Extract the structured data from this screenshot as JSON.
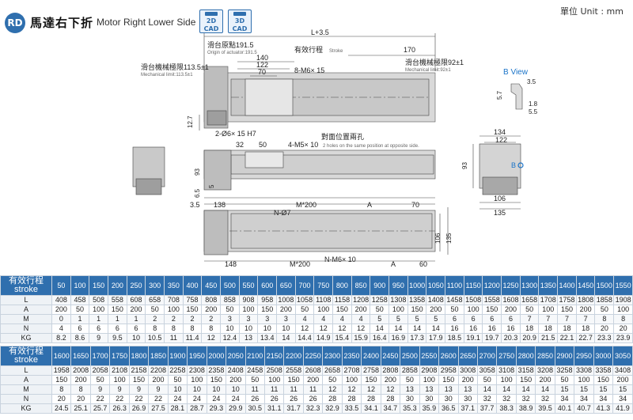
{
  "header": {
    "badge": "RD",
    "title": "馬達右下折",
    "subtitle": "Motor Right Lower Side",
    "cad2d": [
      "2D",
      "CAD"
    ],
    "cad3d": [
      "3D",
      "CAD"
    ],
    "unit": "單位 Unit : mm"
  },
  "drawing": {
    "labels": {
      "l_plus": "L+3.5",
      "origin": "滑台原點191.5",
      "origin_en": "Origin of actuator:191.5",
      "stroke": "有效行程",
      "stroke_en": "Stroke",
      "d170": "170",
      "mech_left": "滑台機械極限113.5±1",
      "mech_left_en": "Mechanical limit:113.5±1",
      "mech_right": "滑台機械極限92±1",
      "mech_right_en": "Mechanical limit:92±1",
      "d140": "140",
      "d122": "122",
      "d70": "70",
      "m6": "8-M6× 15",
      "d12_7": "12.7",
      "phi6": "2-Ø6× 15 H7",
      "d32": "32",
      "d50": "50",
      "opp": "對面位置兩孔",
      "m5": "4-M5× 10",
      "m5_en": "2 holes on the same position at opposite side.",
      "d93": "93",
      "d5": "5",
      "d6_5": "6.5",
      "d3_5": "3.5",
      "d138": "138",
      "m200": "M*200",
      "a1": "A",
      "d70b": "70",
      "n7": "N-Ø7",
      "d106": "106",
      "d135": "135",
      "d148": "148",
      "m200b": "M*200",
      "nm6": "N-M6× 10",
      "a2": "A",
      "d60": "60",
      "bview": "B View",
      "bv3_5": "3.5",
      "bv5_7": "5.7",
      "bv1_8": "1.8",
      "bv5_5": "5.5",
      "e134": "134",
      "e122": "122",
      "e93": "93",
      "eB": "B",
      "e106": "106",
      "e135": "135"
    }
  },
  "table1": {
    "header_label": [
      "有效行程",
      "stroke"
    ],
    "strokes": [
      "50",
      "100",
      "150",
      "200",
      "250",
      "300",
      "350",
      "400",
      "450",
      "500",
      "550",
      "600",
      "650",
      "700",
      "750",
      "800",
      "850",
      "900",
      "950",
      "1000",
      "1050",
      "1100",
      "1150",
      "1200",
      "1250",
      "1300",
      "1350",
      "1400",
      "1450",
      "1500",
      "1550"
    ],
    "rows": [
      {
        "label": "L",
        "values": [
          "408",
          "458",
          "508",
          "558",
          "608",
          "658",
          "708",
          "758",
          "808",
          "858",
          "908",
          "958",
          "1008",
          "1058",
          "1108",
          "1158",
          "1208",
          "1258",
          "1308",
          "1358",
          "1408",
          "1458",
          "1508",
          "1558",
          "1608",
          "1658",
          "1708",
          "1758",
          "1808",
          "1858",
          "1908"
        ]
      },
      {
        "label": "A",
        "values": [
          "200",
          "50",
          "100",
          "150",
          "200",
          "50",
          "100",
          "150",
          "200",
          "50",
          "100",
          "150",
          "200",
          "50",
          "100",
          "150",
          "200",
          "50",
          "100",
          "150",
          "200",
          "50",
          "100",
          "150",
          "200",
          "50",
          "100",
          "150",
          "200",
          "50",
          "100"
        ]
      },
      {
        "label": "M",
        "values": [
          "0",
          "1",
          "1",
          "1",
          "1",
          "2",
          "2",
          "2",
          "2",
          "3",
          "3",
          "3",
          "3",
          "4",
          "4",
          "4",
          "4",
          "5",
          "5",
          "5",
          "5",
          "6",
          "6",
          "6",
          "6",
          "7",
          "7",
          "7",
          "7",
          "8",
          "8"
        ]
      },
      {
        "label": "N",
        "values": [
          "4",
          "6",
          "6",
          "6",
          "6",
          "8",
          "8",
          "8",
          "8",
          "10",
          "10",
          "10",
          "10",
          "12",
          "12",
          "12",
          "12",
          "14",
          "14",
          "14",
          "14",
          "16",
          "16",
          "16",
          "16",
          "18",
          "18",
          "18",
          "18",
          "20",
          "20"
        ]
      },
      {
        "label": "KG",
        "values": [
          "8.2",
          "8.6",
          "9",
          "9.5",
          "10",
          "10.5",
          "11",
          "11.4",
          "12",
          "12.4",
          "13",
          "13.4",
          "14",
          "14.4",
          "14.9",
          "15.4",
          "15.9",
          "16.4",
          "16.9",
          "17.3",
          "17.9",
          "18.5",
          "19.1",
          "19.7",
          "20.3",
          "20.9",
          "21.5",
          "22.1",
          "22.7",
          "23.3",
          "23.9"
        ]
      }
    ]
  },
  "table2": {
    "header_label": [
      "有效行程",
      "stroke"
    ],
    "strokes": [
      "1600",
      "1650",
      "1700",
      "1750",
      "1800",
      "1850",
      "1900",
      "1950",
      "2000",
      "2050",
      "2100",
      "2150",
      "2200",
      "2250",
      "2300",
      "2350",
      "2400",
      "2450",
      "2500",
      "2550",
      "2600",
      "2650",
      "2700",
      "2750",
      "2800",
      "2850",
      "2900",
      "2950",
      "3000",
      "3050"
    ],
    "rows": [
      {
        "label": "L",
        "values": [
          "1958",
          "2008",
          "2058",
          "2108",
          "2158",
          "2208",
          "2258",
          "2308",
          "2358",
          "2408",
          "2458",
          "2508",
          "2558",
          "2608",
          "2658",
          "2708",
          "2758",
          "2808",
          "2858",
          "2908",
          "2958",
          "3008",
          "3058",
          "3108",
          "3158",
          "3208",
          "3258",
          "3308",
          "3358",
          "3408"
        ]
      },
      {
        "label": "A",
        "values": [
          "150",
          "200",
          "50",
          "100",
          "150",
          "200",
          "50",
          "100",
          "150",
          "200",
          "50",
          "100",
          "150",
          "200",
          "50",
          "100",
          "150",
          "200",
          "50",
          "100",
          "150",
          "200",
          "50",
          "100",
          "150",
          "200",
          "50",
          "100",
          "150",
          "200"
        ]
      },
      {
        "label": "M",
        "values": [
          "8",
          "8",
          "9",
          "9",
          "9",
          "9",
          "10",
          "10",
          "10",
          "10",
          "11",
          "11",
          "11",
          "11",
          "12",
          "12",
          "12",
          "12",
          "13",
          "13",
          "13",
          "13",
          "14",
          "14",
          "14",
          "14",
          "15",
          "15",
          "15",
          "15"
        ]
      },
      {
        "label": "N",
        "values": [
          "20",
          "20",
          "22",
          "22",
          "22",
          "22",
          "24",
          "24",
          "24",
          "24",
          "26",
          "26",
          "26",
          "26",
          "28",
          "28",
          "28",
          "28",
          "30",
          "30",
          "30",
          "30",
          "32",
          "32",
          "32",
          "32",
          "34",
          "34",
          "34",
          "34"
        ]
      },
      {
        "label": "KG",
        "values": [
          "24.5",
          "25.1",
          "25.7",
          "26.3",
          "26.9",
          "27.5",
          "28.1",
          "28.7",
          "29.3",
          "29.9",
          "30.5",
          "31.1",
          "31.7",
          "32.3",
          "32.9",
          "33.5",
          "34.1",
          "34.7",
          "35.3",
          "35.9",
          "36.5",
          "37.1",
          "37.7",
          "38.3",
          "38.9",
          "39.5",
          "40.1",
          "40.7",
          "41.3",
          "41.9"
        ]
      }
    ]
  },
  "colors": {
    "accent": "#2f6fae",
    "bview": "#1a73c8"
  }
}
